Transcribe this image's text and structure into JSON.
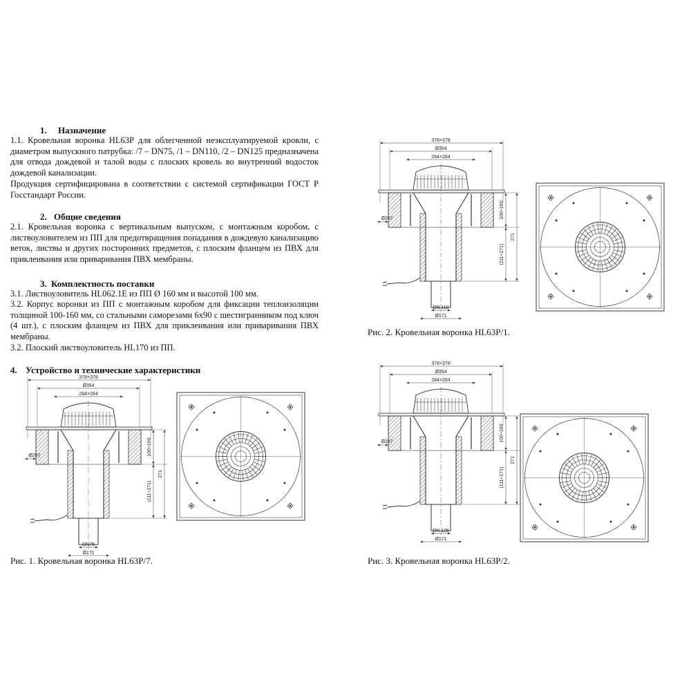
{
  "sections": {
    "s1": {
      "number": "1.",
      "title": "Назначение",
      "paragraphs": [
        "1.1. Кровельная воронка HL63P для облегченной неэксплуатируемой кровли, с диаметром выпускного патрубка: /7 – DN75, /1 – DN110, /2 – DN125 предназначена для отвода дождевой и талой воды с плоских кровель во внутренний водосток дождевой канализации.",
        "Продукция сертифицирована в соответствии с системой сертификации ГОСТ Р Госстандарт России."
      ]
    },
    "s2": {
      "number": "2.",
      "title": "Общие сведения",
      "paragraphs": [
        "2.1. Кровельная воронка с вертикальным выпуском, с монтажным коробом, с листвоуловителем из ПП для предотвращения попадания в дождевую канализацию веток, листвы и других посторонних предметов, с плоским фланцем из ПВХ для приклеивания или приваривания ПВХ мембраны."
      ]
    },
    "s3": {
      "number": "3.",
      "title": "Комплектность поставки",
      "paragraphs": [
        "3.1. Листвоуловитель HL062.1E из ПП Ø 160 мм и высотой 100 мм.",
        "3.2. Корпус воронки из ПП с монтажным коробом для фиксации теплоизоляции толщиной 100-160 мм, со стальными саморезами 6x90 с шестигранником под ключ (4 шт.), с плоским фланцем из ПВХ для приклеивания или приваривания ПВХ мембраны.",
        "3.2. Плоский листвоуловитель HL170 из ПП."
      ]
    },
    "s4": {
      "number": "4.",
      "title": "Устройство и технические характеристики"
    }
  },
  "figures": {
    "fig1": {
      "caption": "Рис. 1. Кровельная воронка HL63P/7.",
      "dims": {
        "outer": "378×378",
        "flange": "Ø354",
        "box": "284×284",
        "side": "Ø207",
        "h1": "100÷160",
        "h2": "271",
        "h3": "(111÷171)",
        "outlet": "DN75",
        "bottom": "Ø171"
      }
    },
    "fig2": {
      "caption": "Рис. 2. Кровельная воронка HL63P/1.",
      "dims": {
        "outer": "378×378",
        "flange": "Ø354",
        "box": "284×284",
        "side": "Ø207",
        "h1": "100÷160",
        "h2": "271",
        "h3": "(111÷171)",
        "outlet": "DN 110",
        "bottom": "Ø171"
      }
    },
    "fig3": {
      "caption": "Рис. 3. Кровельная воронка HL63P/2.",
      "dims": {
        "outer": "378×378",
        "flange": "Ø354",
        "box": "284×284",
        "side": "Ø207",
        "h1": "100÷160",
        "h2": "271",
        "h3": "(111÷171)",
        "outlet": "DN 125",
        "bottom": "Ø171"
      }
    }
  }
}
